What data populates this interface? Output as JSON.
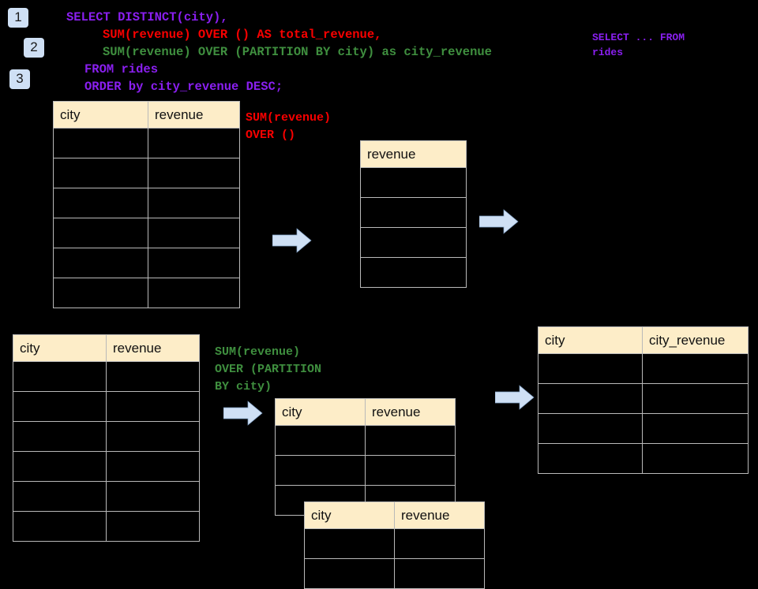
{
  "steps": [
    {
      "label": "1"
    },
    {
      "label": "2"
    },
    {
      "label": "3"
    }
  ],
  "sql": {
    "line1": "SELECT DISTINCT(city),",
    "line2": "SUM(revenue) OVER () AS total_revenue,",
    "line3": "SUM(revenue) OVER (PARTITION BY city) as city_revenue",
    "line4": "FROM rides",
    "line5": "ORDER by city_revenue DESC;",
    "colors": {
      "line1": "#8a1ff0",
      "line2": "#f80000",
      "line3": "#3f8f3f",
      "line4": "#8a1ff0",
      "line5": "#8a1ff0"
    }
  },
  "sidenote": {
    "text": "SELECT ... FROM\nrides",
    "color": "#8a1ff0"
  },
  "annotations": {
    "over_empty": {
      "text": "SUM(revenue)\nOVER ()",
      "color": "#f80000"
    },
    "over_partition": {
      "text": "SUM(revenue)\nOVER (PARTITION\nBY city)",
      "color": "#3f8f3f"
    }
  },
  "tables": {
    "source_top": {
      "name": "rides source table (top)",
      "headers": [
        "city",
        "revenue"
      ],
      "body_rows": 6,
      "rows": [
        [
          "",
          ""
        ],
        [
          "",
          ""
        ],
        [
          "",
          ""
        ],
        [
          "",
          ""
        ],
        [
          "",
          ""
        ],
        [
          "",
          ""
        ]
      ]
    },
    "total_revenue": {
      "name": "total revenue single column",
      "headers": [
        "revenue"
      ],
      "body_rows": 4,
      "rows": [
        [
          ""
        ],
        [
          ""
        ],
        [
          ""
        ],
        [
          ""
        ]
      ]
    },
    "source_bottom": {
      "name": "rides source table (bottom)",
      "headers": [
        "city",
        "revenue"
      ],
      "body_rows": 6,
      "rows": [
        [
          "",
          ""
        ],
        [
          "",
          ""
        ],
        [
          "",
          ""
        ],
        [
          "",
          ""
        ],
        [
          "",
          ""
        ],
        [
          "",
          ""
        ]
      ]
    },
    "partition_back": {
      "name": "partition group table (back)",
      "headers": [
        "city",
        "revenue"
      ],
      "body_rows": 3,
      "rows": [
        [
          "",
          ""
        ],
        [
          "",
          ""
        ],
        [
          "",
          ""
        ]
      ]
    },
    "partition_front": {
      "name": "partition group table (front)",
      "headers": [
        "city",
        "revenue"
      ],
      "body_rows": 2,
      "rows": [
        [
          "",
          ""
        ],
        [
          "",
          ""
        ]
      ]
    },
    "result": {
      "name": "final result table",
      "headers": [
        "city",
        "city_revenue"
      ],
      "body_rows": 4,
      "rows": [
        [
          "",
          ""
        ],
        [
          "",
          ""
        ],
        [
          "",
          ""
        ],
        [
          "",
          ""
        ]
      ]
    }
  },
  "arrows": {
    "count": 4,
    "color": "#cfe0f5",
    "outline": "#7f9fc4",
    "direction": "right"
  },
  "theme": {
    "background": "#000000",
    "table_header_fill": "#fdedc8",
    "table_border": "#b9b9b9",
    "badge_fill": "#cfe0f5",
    "badge_text": "#1a1a1a"
  }
}
